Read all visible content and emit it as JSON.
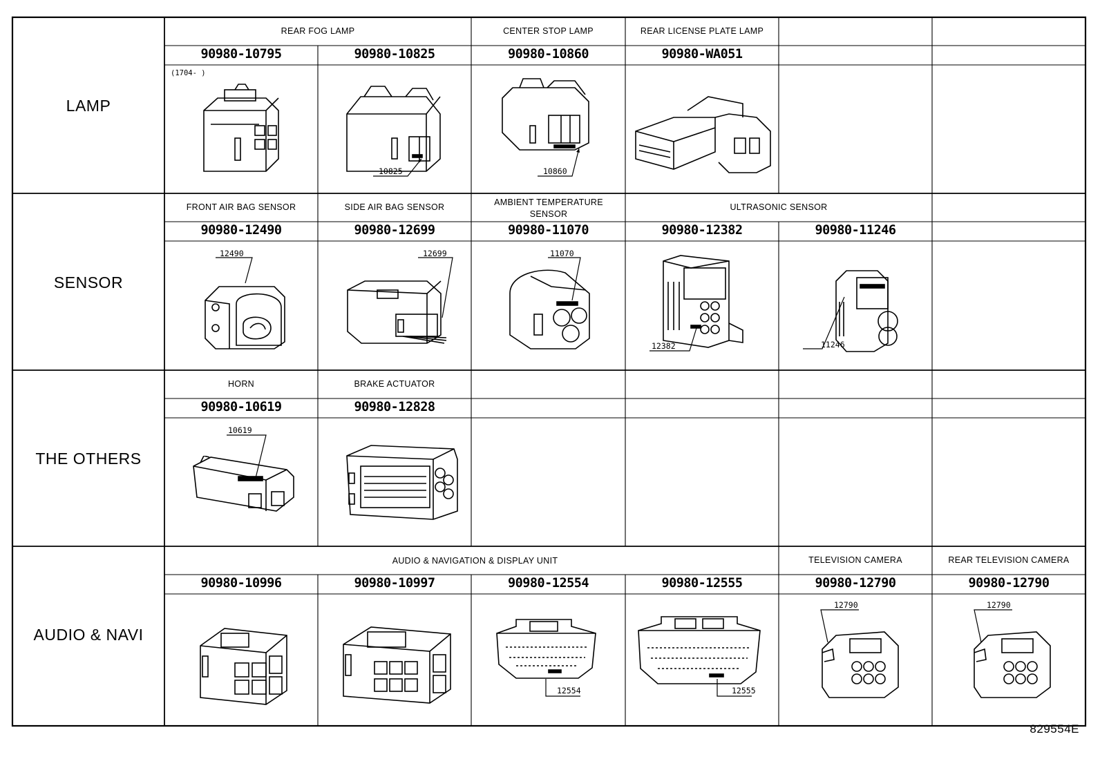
{
  "categories": [
    "LAMP",
    "SENSOR",
    "THE OTHERS",
    "AUDIO & NAVI"
  ],
  "lamp": {
    "rear_fog_title": "REAR FOG LAMP",
    "center_stop_title": "CENTER STOP LAMP",
    "license_title": "REAR LICENSE PLATE LAMP",
    "parts": [
      "90980-10795",
      "90980-10825",
      "90980-10860",
      "90980-WA051"
    ],
    "note": "(1704-    )",
    "tags": [
      "10825",
      "10860"
    ]
  },
  "sensor": {
    "titles": [
      "FRONT AIR BAG SENSOR",
      "SIDE AIR BAG SENSOR",
      "AMBIENT TEMPERATURE SENSOR",
      "ULTRASONIC SENSOR"
    ],
    "parts": [
      "90980-12490",
      "90980-12699",
      "90980-11070",
      "90980-12382",
      "90980-11246"
    ],
    "tags": [
      "12490",
      "12699",
      "11070",
      "12382",
      "11246"
    ]
  },
  "others": {
    "titles": [
      "HORN",
      "BRAKE ACTUATOR"
    ],
    "parts": [
      "90980-10619",
      "90980-12828"
    ],
    "tags": [
      "10619"
    ]
  },
  "audio": {
    "titles": [
      "AUDIO & NAVIGATION & DISPLAY UNIT",
      "TELEVISION CAMERA",
      "REAR TELEVISION CAMERA"
    ],
    "parts": [
      "90980-10996",
      "90980-10997",
      "90980-12554",
      "90980-12555",
      "90980-12790",
      "90980-12790"
    ],
    "tags": [
      "12554",
      "12555",
      "12790",
      "12790"
    ]
  },
  "figure_id": "829554E"
}
